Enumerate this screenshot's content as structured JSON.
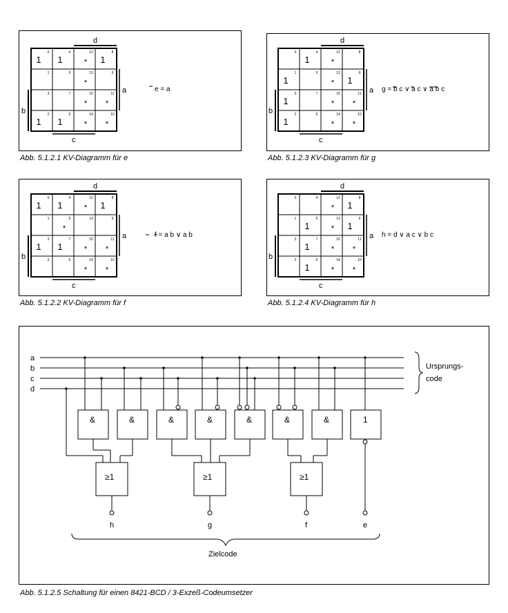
{
  "kv_maps": [
    {
      "id": "e",
      "caption": "Abb. 5.1.2.1  KV-Diagramm für e",
      "formula": "e = a",
      "formula_overbar": "a",
      "axis_labels": {
        "top": "d",
        "right": "a",
        "left": "b",
        "bottom": "c"
      },
      "cells": [
        [
          {
            "n": "0",
            "v": "1"
          },
          {
            "n": "4",
            "v": "1"
          },
          {
            "n": "12",
            "v": "*"
          },
          {
            "n": "8",
            "v": "1"
          }
        ],
        [
          {
            "n": "1",
            "v": ""
          },
          {
            "n": "5",
            "v": ""
          },
          {
            "n": "13",
            "v": "*"
          },
          {
            "n": "9",
            "v": ""
          }
        ],
        [
          {
            "n": "3",
            "v": ""
          },
          {
            "n": "7",
            "v": ""
          },
          {
            "n": "15",
            "v": "*"
          },
          {
            "n": "11",
            "v": "*"
          }
        ],
        [
          {
            "n": "2",
            "v": "1"
          },
          {
            "n": "6",
            "v": "1"
          },
          {
            "n": "14",
            "v": "*"
          },
          {
            "n": "10",
            "v": "*"
          }
        ]
      ]
    },
    {
      "id": "f",
      "caption": "Abb. 5.1.2.2  KV-Diagramm für f",
      "formula": "f = a b  ∨ a b",
      "axis_labels": {
        "top": "d",
        "right": "a",
        "left": "b",
        "bottom": "c"
      },
      "cells": [
        [
          {
            "n": "0",
            "v": "1"
          },
          {
            "n": "4",
            "v": "1"
          },
          {
            "n": "12",
            "v": "*"
          },
          {
            "n": "8",
            "v": "1"
          }
        ],
        [
          {
            "n": "1",
            "v": ""
          },
          {
            "n": "5",
            "v": "*"
          },
          {
            "n": "13",
            "v": ""
          },
          {
            "n": "9",
            "v": ""
          }
        ],
        [
          {
            "n": "3",
            "v": "1"
          },
          {
            "n": "7",
            "v": "1"
          },
          {
            "n": "15",
            "v": "*"
          },
          {
            "n": "11",
            "v": "*"
          }
        ],
        [
          {
            "n": "2",
            "v": ""
          },
          {
            "n": "6",
            "v": ""
          },
          {
            "n": "14",
            "v": "*"
          },
          {
            "n": "10",
            "v": "*"
          }
        ]
      ]
    },
    {
      "id": "g",
      "caption": "Abb. 5.1.2.3  KV-Diagramm für g",
      "formula": "g = b c  ∨ a c  ∨ a b c",
      "axis_labels": {
        "top": "d",
        "right": "a",
        "left": "b",
        "bottom": "c"
      },
      "cells": [
        [
          {
            "n": "0",
            "v": ""
          },
          {
            "n": "4",
            "v": "1"
          },
          {
            "n": "12",
            "v": "*"
          },
          {
            "n": "8",
            "v": ""
          }
        ],
        [
          {
            "n": "1",
            "v": "1"
          },
          {
            "n": "5",
            "v": ""
          },
          {
            "n": "13",
            "v": "*"
          },
          {
            "n": "9",
            "v": "1"
          }
        ],
        [
          {
            "n": "3",
            "v": "1"
          },
          {
            "n": "7",
            "v": ""
          },
          {
            "n": "15",
            "v": "*"
          },
          {
            "n": "11",
            "v": "*"
          }
        ],
        [
          {
            "n": "2",
            "v": "1"
          },
          {
            "n": "6",
            "v": ""
          },
          {
            "n": "14",
            "v": "*"
          },
          {
            "n": "10",
            "v": "*"
          }
        ]
      ]
    },
    {
      "id": "h",
      "caption": "Abb. 5.1.2.4  KV-Diagramm für h",
      "formula": "h = d  ∨ a c  ∨ b c",
      "axis_labels": {
        "top": "d",
        "right": "a",
        "left": "b",
        "bottom": "c"
      },
      "cells": [
        [
          {
            "n": "0",
            "v": ""
          },
          {
            "n": "4",
            "v": ""
          },
          {
            "n": "12",
            "v": "*"
          },
          {
            "n": "8",
            "v": "1"
          }
        ],
        [
          {
            "n": "1",
            "v": ""
          },
          {
            "n": "5",
            "v": "1"
          },
          {
            "n": "13",
            "v": "*"
          },
          {
            "n": "9",
            "v": "1"
          }
        ],
        [
          {
            "n": "3",
            "v": ""
          },
          {
            "n": "7",
            "v": "1"
          },
          {
            "n": "15",
            "v": "*"
          },
          {
            "n": "11",
            "v": "*"
          }
        ],
        [
          {
            "n": "2",
            "v": ""
          },
          {
            "n": "6",
            "v": "1"
          },
          {
            "n": "14",
            "v": "*"
          },
          {
            "n": "10",
            "v": "*"
          }
        ]
      ]
    }
  ],
  "circuit": {
    "caption": "Abb. 5.1.2.5  Schaltung für einen 8421-BCD / 3-Exzeß-Codeumsetzer",
    "inputs": [
      "a",
      "b",
      "c",
      "d"
    ],
    "source_label": [
      "Ursprungs-",
      "code"
    ],
    "and_gates": [
      "&",
      "&",
      "&",
      "&",
      "&",
      "&",
      "&"
    ],
    "not_gate": "1",
    "or_gates": [
      "≥1",
      "≥1",
      "≥1"
    ],
    "outputs": [
      "h",
      "g",
      "f",
      "e"
    ],
    "target_label": "Zielcode"
  }
}
